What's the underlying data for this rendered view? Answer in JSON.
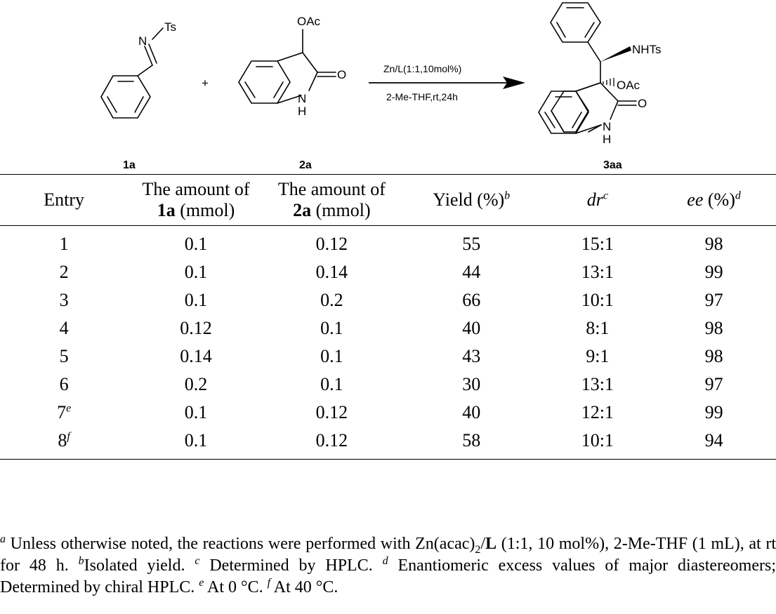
{
  "scheme": {
    "compound_1a": {
      "label": "1a",
      "substituent": "Ts",
      "atom_n": "N"
    },
    "plus": "+",
    "compound_2a": {
      "label": "2a",
      "substituent": "OAc",
      "atom_o": "O",
      "atom_n": "N",
      "atom_h": "H"
    },
    "conditions_top": "Zn/L(1:1,10mol%)",
    "conditions_bottom": "2-Me-THF,rt,24h",
    "product_3aa": {
      "label": "3aa",
      "nhts": "NHTs",
      "oac": "OAc",
      "atom_o": "O",
      "atom_n": "N",
      "atom_h": "H"
    }
  },
  "table": {
    "headers": {
      "entry": "Entry",
      "amount1a_top": "The amount of",
      "amount1a_cmpd": "1a",
      "amount1a_unit": "(mmol)",
      "amount2a_top": "The amount of",
      "amount2a_cmpd": "2a",
      "amount2a_unit": "(mmol)",
      "yield": "Yield (%)",
      "yield_sup": "b",
      "dr": "dr",
      "dr_sup": "c",
      "ee": "ee",
      "ee_unit": "(%)",
      "ee_sup": "d"
    },
    "rows": [
      {
        "entry": "1",
        "sup": "",
        "a1": "0.1",
        "a2": "0.12",
        "yield": "55",
        "dr": "15:1",
        "ee": "98"
      },
      {
        "entry": "2",
        "sup": "",
        "a1": "0.1",
        "a2": "0.14",
        "yield": "44",
        "dr": "13:1",
        "ee": "99"
      },
      {
        "entry": "3",
        "sup": "",
        "a1": "0.1",
        "a2": "0.2",
        "yield": "66",
        "dr": "10:1",
        "ee": "97"
      },
      {
        "entry": "4",
        "sup": "",
        "a1": "0.12",
        "a2": "0.1",
        "yield": "40",
        "dr": "8:1",
        "ee": "98"
      },
      {
        "entry": "5",
        "sup": "",
        "a1": "0.14",
        "a2": "0.1",
        "yield": "43",
        "dr": "9:1",
        "ee": "98"
      },
      {
        "entry": "6",
        "sup": "",
        "a1": "0.2",
        "a2": "0.1",
        "yield": "30",
        "dr": "13:1",
        "ee": "97"
      },
      {
        "entry": "7",
        "sup": "e",
        "a1": "0.1",
        "a2": "0.12",
        "yield": "40",
        "dr": "12:1",
        "ee": "99"
      },
      {
        "entry": "8",
        "sup": "f",
        "a1": "0.1",
        "a2": "0.12",
        "yield": "58",
        "dr": "10:1",
        "ee": "94"
      }
    ]
  },
  "footnotes": {
    "a_mark": "a",
    "a_text1": " Unless otherwise noted, the reactions were performed with Zn(acac)",
    "a_sub": "2",
    "a_slash": "/",
    "a_ligand": "L",
    "a_text2": " (1:1, 10 mol%), 2-Me-THF (1 mL), at rt for 48 h. ",
    "b_mark": "b",
    "b_text": "Isolated yield. ",
    "c_mark": "c",
    "c_text": " Determined by HPLC. ",
    "d_mark": "d",
    "d_text": " Enantiomeric excess values of major diastereomers; Determined by chiral HPLC. ",
    "e_mark": "e",
    "e_text": " At 0 °C. ",
    "f_mark": "f",
    "f_text": " At 40 °C."
  }
}
